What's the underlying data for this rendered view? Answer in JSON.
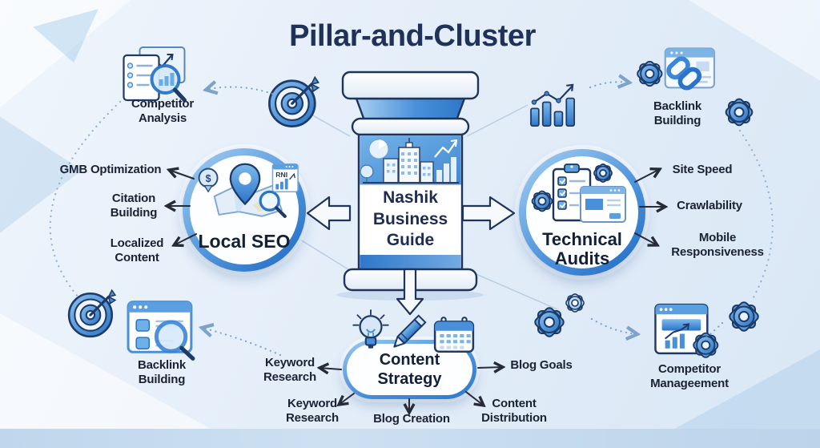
{
  "title": "Pillar-and-Cluster",
  "pillar": {
    "label": "Nashik Business Guide"
  },
  "clusters": {
    "local_seo": {
      "label": "Local SEO",
      "items": [
        "GMB Optimization",
        "Citation Building",
        "Localized Content"
      ],
      "map_card_text": "RNI",
      "dollar_text": "$"
    },
    "technical_audits": {
      "label": "Technical Audits",
      "items": [
        "Site Speed",
        "Crawlability",
        "Mobile Responsiveness"
      ]
    },
    "content_strategy": {
      "label": "Content Strategy",
      "items": [
        "Keyword Research",
        "Blog Goals",
        "Keyword Research",
        "Blog Creation",
        "Content Distribution"
      ]
    }
  },
  "satellites": {
    "competitor_analysis": "Competitor Analysis",
    "backlink_building_top": "Backlink Building",
    "backlink_building_bottom": "Backlink Building",
    "competitor_management": "Competitor Manageement"
  },
  "colors": {
    "accent": "#3b86d6",
    "navy": "#1e2f55",
    "background": "#e8f0f9",
    "ring_gradient_start": "#a8d1f2",
    "ring_gradient_end": "#1d67c0"
  }
}
